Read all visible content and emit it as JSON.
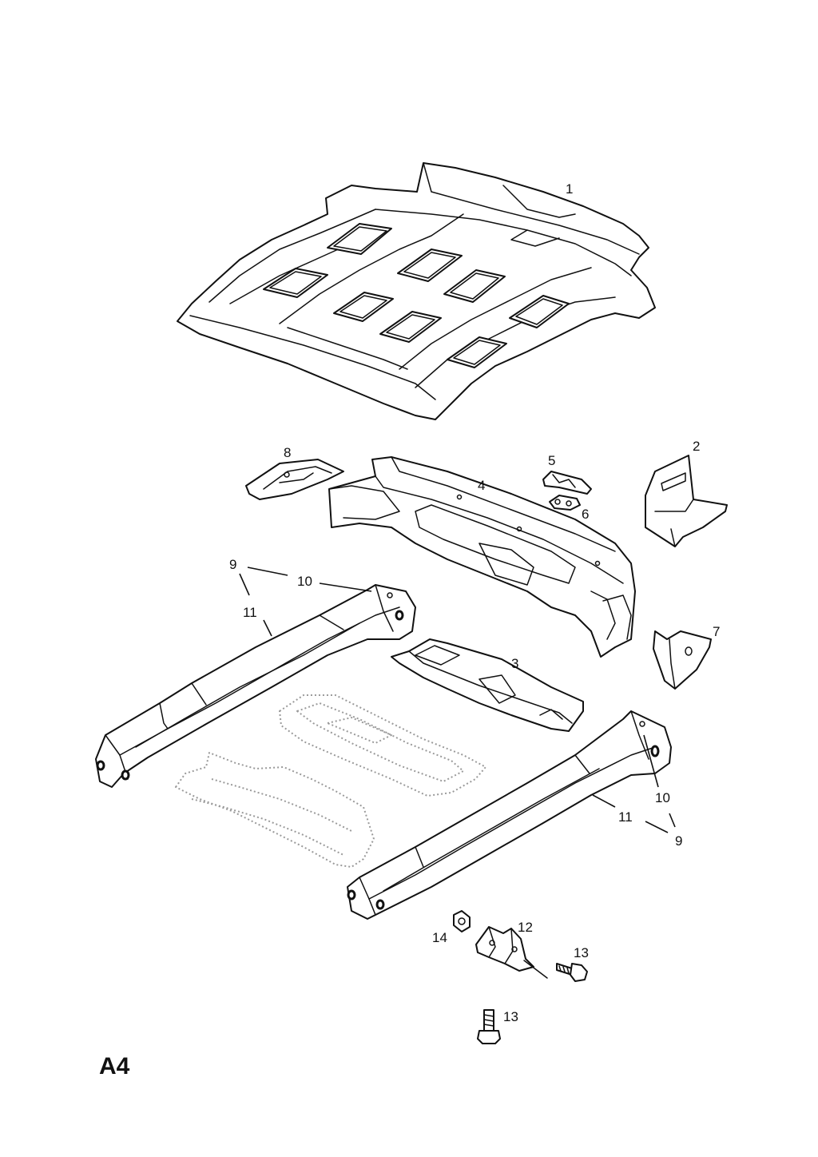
{
  "sheet": {
    "label": "A4"
  },
  "parts": [
    {
      "id": "floor-panel",
      "callouts": [
        "1"
      ]
    },
    {
      "id": "bracket-right-upper",
      "callouts": [
        "2"
      ]
    },
    {
      "id": "cross-member-center",
      "callouts": [
        "3"
      ]
    },
    {
      "id": "rear-cross-member",
      "callouts": [
        "4"
      ]
    },
    {
      "id": "clip-upper",
      "callouts": [
        "5"
      ]
    },
    {
      "id": "clip-lower",
      "callouts": [
        "6"
      ]
    },
    {
      "id": "bracket-right-lower",
      "callouts": [
        "7"
      ]
    },
    {
      "id": "bracket-left",
      "callouts": [
        "8"
      ]
    },
    {
      "id": "longitudinal-left",
      "callouts": [
        "9",
        "10",
        "11"
      ]
    },
    {
      "id": "longitudinal-right",
      "callouts": [
        "10",
        "11",
        "9"
      ]
    },
    {
      "id": "mount-bracket",
      "callouts": [
        "12"
      ]
    },
    {
      "id": "bolt",
      "callouts": [
        "13",
        "13"
      ]
    },
    {
      "id": "nut",
      "callouts": [
        "14"
      ]
    }
  ]
}
